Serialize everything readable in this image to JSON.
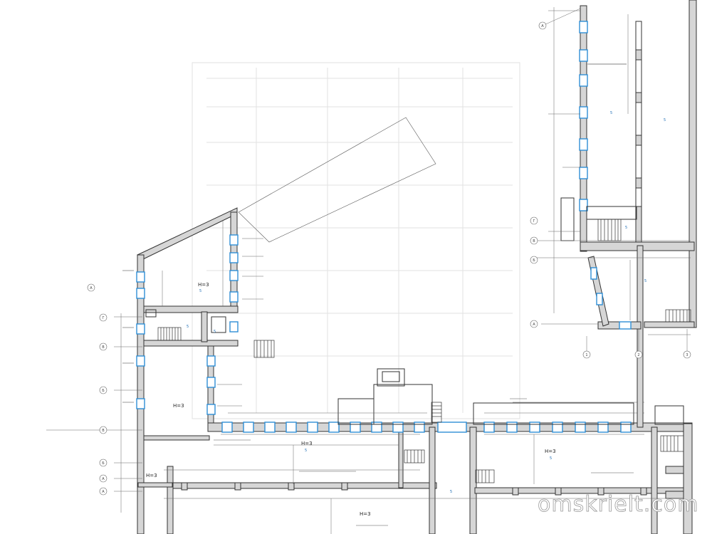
{
  "plan": {
    "height_labels": [
      "H=3",
      "H=3",
      "H=3",
      "H=3",
      "H=3",
      "H=3"
    ],
    "room_labels": [
      "5",
      "5",
      "5",
      "5",
      "5",
      "5",
      "5",
      "5",
      "5",
      "5"
    ],
    "axis_marks": [
      "А",
      "Г",
      "В",
      "Б",
      "В",
      "Б",
      "А",
      "Г",
      "В",
      "Б",
      "А",
      "1",
      "2",
      "3"
    ]
  },
  "watermark": "omskrielt.com"
}
